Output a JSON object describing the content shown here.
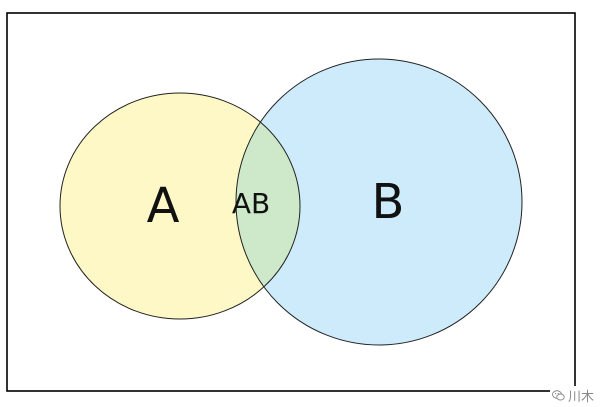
{
  "diagram": {
    "type": "venn",
    "sets": [
      {
        "id": "A",
        "label": "A",
        "fill": "#FDF8C6"
      },
      {
        "id": "B",
        "label": "B",
        "fill": "#CDEBFB"
      }
    ],
    "intersection": {
      "label": "AB",
      "fill": "#CDE9C9"
    },
    "stroke": "#222222",
    "frame_stroke": "#000000"
  },
  "watermark": {
    "text": "川木",
    "icon": "wechat-icon"
  }
}
